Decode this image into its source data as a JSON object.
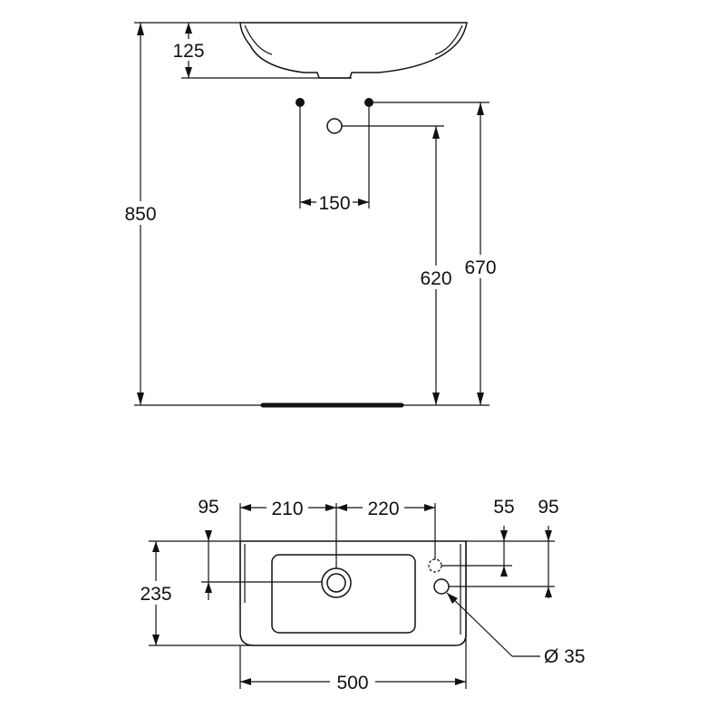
{
  "drawing": {
    "side_view": {
      "dim_overall_height": "850",
      "dim_bowl_depth": "125",
      "dim_tap_spacing": "150",
      "dim_waste_height": "620",
      "dim_supply_height": "670"
    },
    "plan_view": {
      "dim_left_margin": "95",
      "dim_left_to_waste": "210",
      "dim_waste_to_tap": "220",
      "dim_overflow_offset": "55",
      "dim_tap_offset": "95",
      "dim_depth": "235",
      "dim_width": "500",
      "dim_tap_hole": "Ø 35"
    }
  }
}
